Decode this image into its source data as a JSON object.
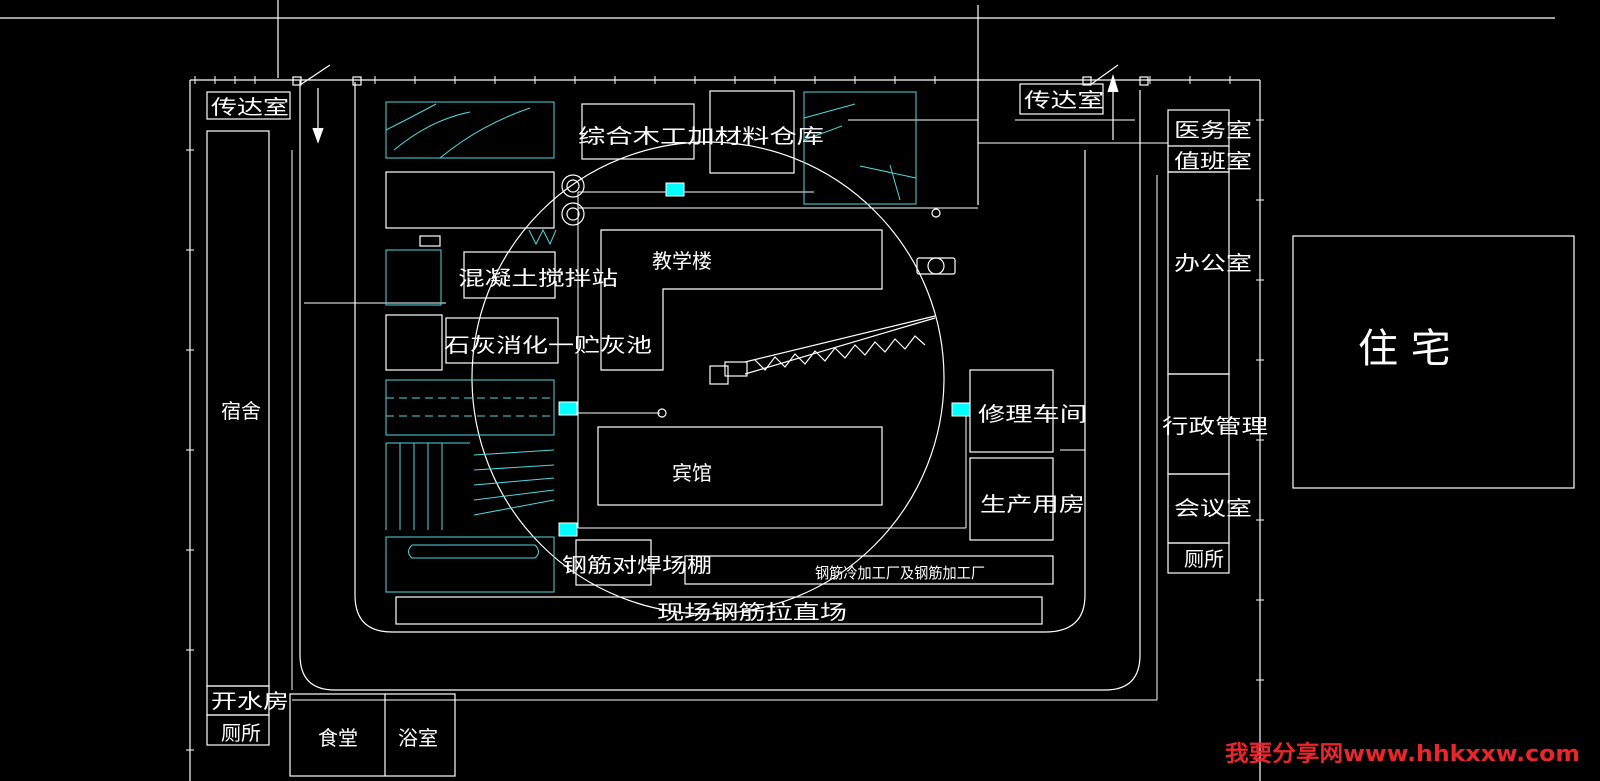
{
  "labels": {
    "gate_left": "传达室",
    "gate_right": "传达室",
    "dormitory": "宿舍",
    "boiler_room": "开水房",
    "toilet_left": "厕所",
    "canteen": "食堂",
    "bathroom": "浴室",
    "wood_store": "综合木工加材料仓库",
    "concrete_station": "混凝土搅拌站",
    "lime_pool": "石灰消化一贮灰池",
    "teaching_building": "教学楼",
    "hotel": "宾馆",
    "repair_shop": "修理车间",
    "production_room": "生产用房",
    "rebar_weld_shed": "钢筋对焊场棚",
    "rebar_cold_factory": "钢筋冷加工厂及钢筋加工厂",
    "rebar_straightening": "现场钢筋拉直场",
    "clinic": "医务室",
    "duty_room": "值班室",
    "office": "办公室",
    "admin": "行政管理",
    "meeting_room": "会议室",
    "toilet_right": "厕所",
    "residence": "住 宅"
  },
  "watermark": "我要分享网www.hhkxxw.com",
  "colors": {
    "line": "#ffffff",
    "cyan": "#00ffff",
    "hatch": "#4fd6e0",
    "watermark": "#e8262c",
    "background": "#000000"
  }
}
